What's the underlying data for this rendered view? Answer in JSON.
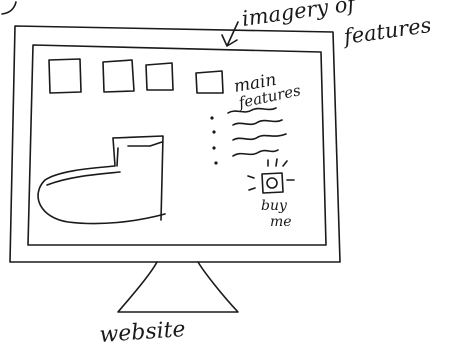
{
  "annotations": {
    "imagery_line1": "imagery of",
    "imagery_line2": "features",
    "main_line1": "main",
    "main_line2": "features",
    "buy_line1": "buy",
    "buy_line2": "me",
    "website": "website"
  }
}
